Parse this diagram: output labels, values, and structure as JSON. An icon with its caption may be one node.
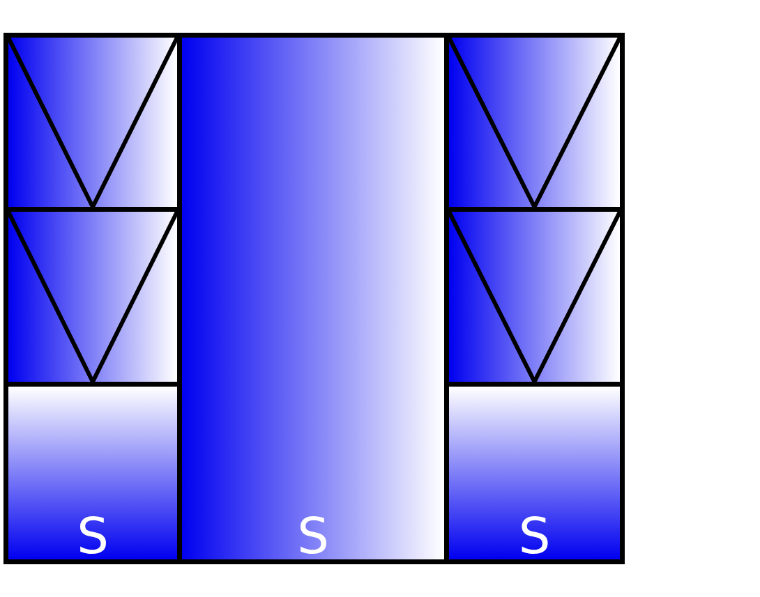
{
  "diagram": {
    "nodes": [
      {
        "text": [],
        "shape": "box"
      },
      {
        "text": [
          "S"
        ]
      },
      {
        "text": [],
        "shape": "box"
      },
      {
        "text": [],
        "shape": "box"
      },
      {
        "text": [],
        "shape": "box"
      },
      {
        "text": [
          "S"
        ]
      },
      {
        "text": [
          "S"
        ]
      }
    ]
  }
}
